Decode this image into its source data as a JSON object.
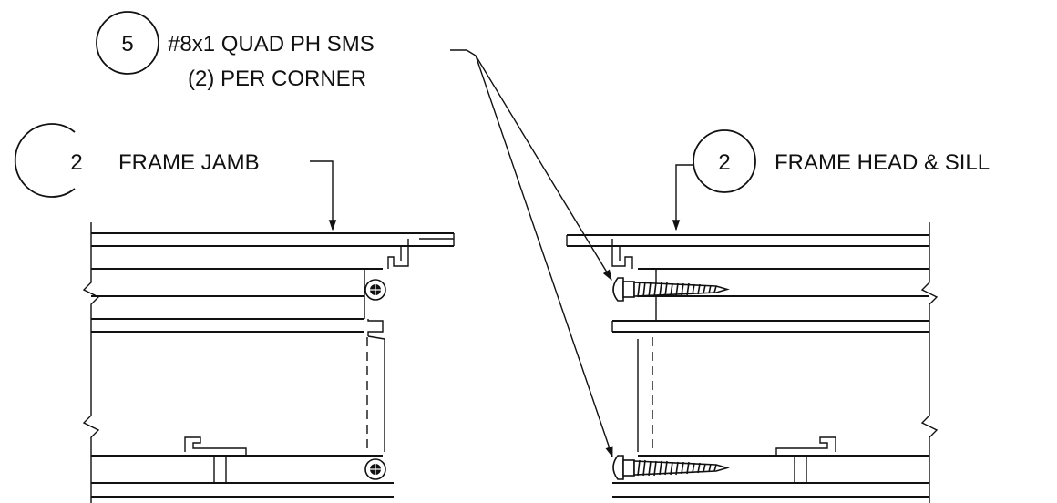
{
  "callouts": {
    "screw": {
      "number": "5",
      "line1": "#8x1 QUAD PH SMS",
      "line2": "(2) PER CORNER"
    },
    "jamb": {
      "number": "2",
      "label": "FRAME JAMB"
    },
    "head_sill": {
      "number": "2",
      "label": "FRAME HEAD & SILL"
    }
  },
  "icons": {
    "screw": "sheet-metal-screw-icon",
    "screw_end": "screw-end-view-icon",
    "break_line": "break-line-icon",
    "leader_arrow": "arrow-icon"
  },
  "colors": {
    "ink": "#111111",
    "paper": "#ffffff"
  }
}
